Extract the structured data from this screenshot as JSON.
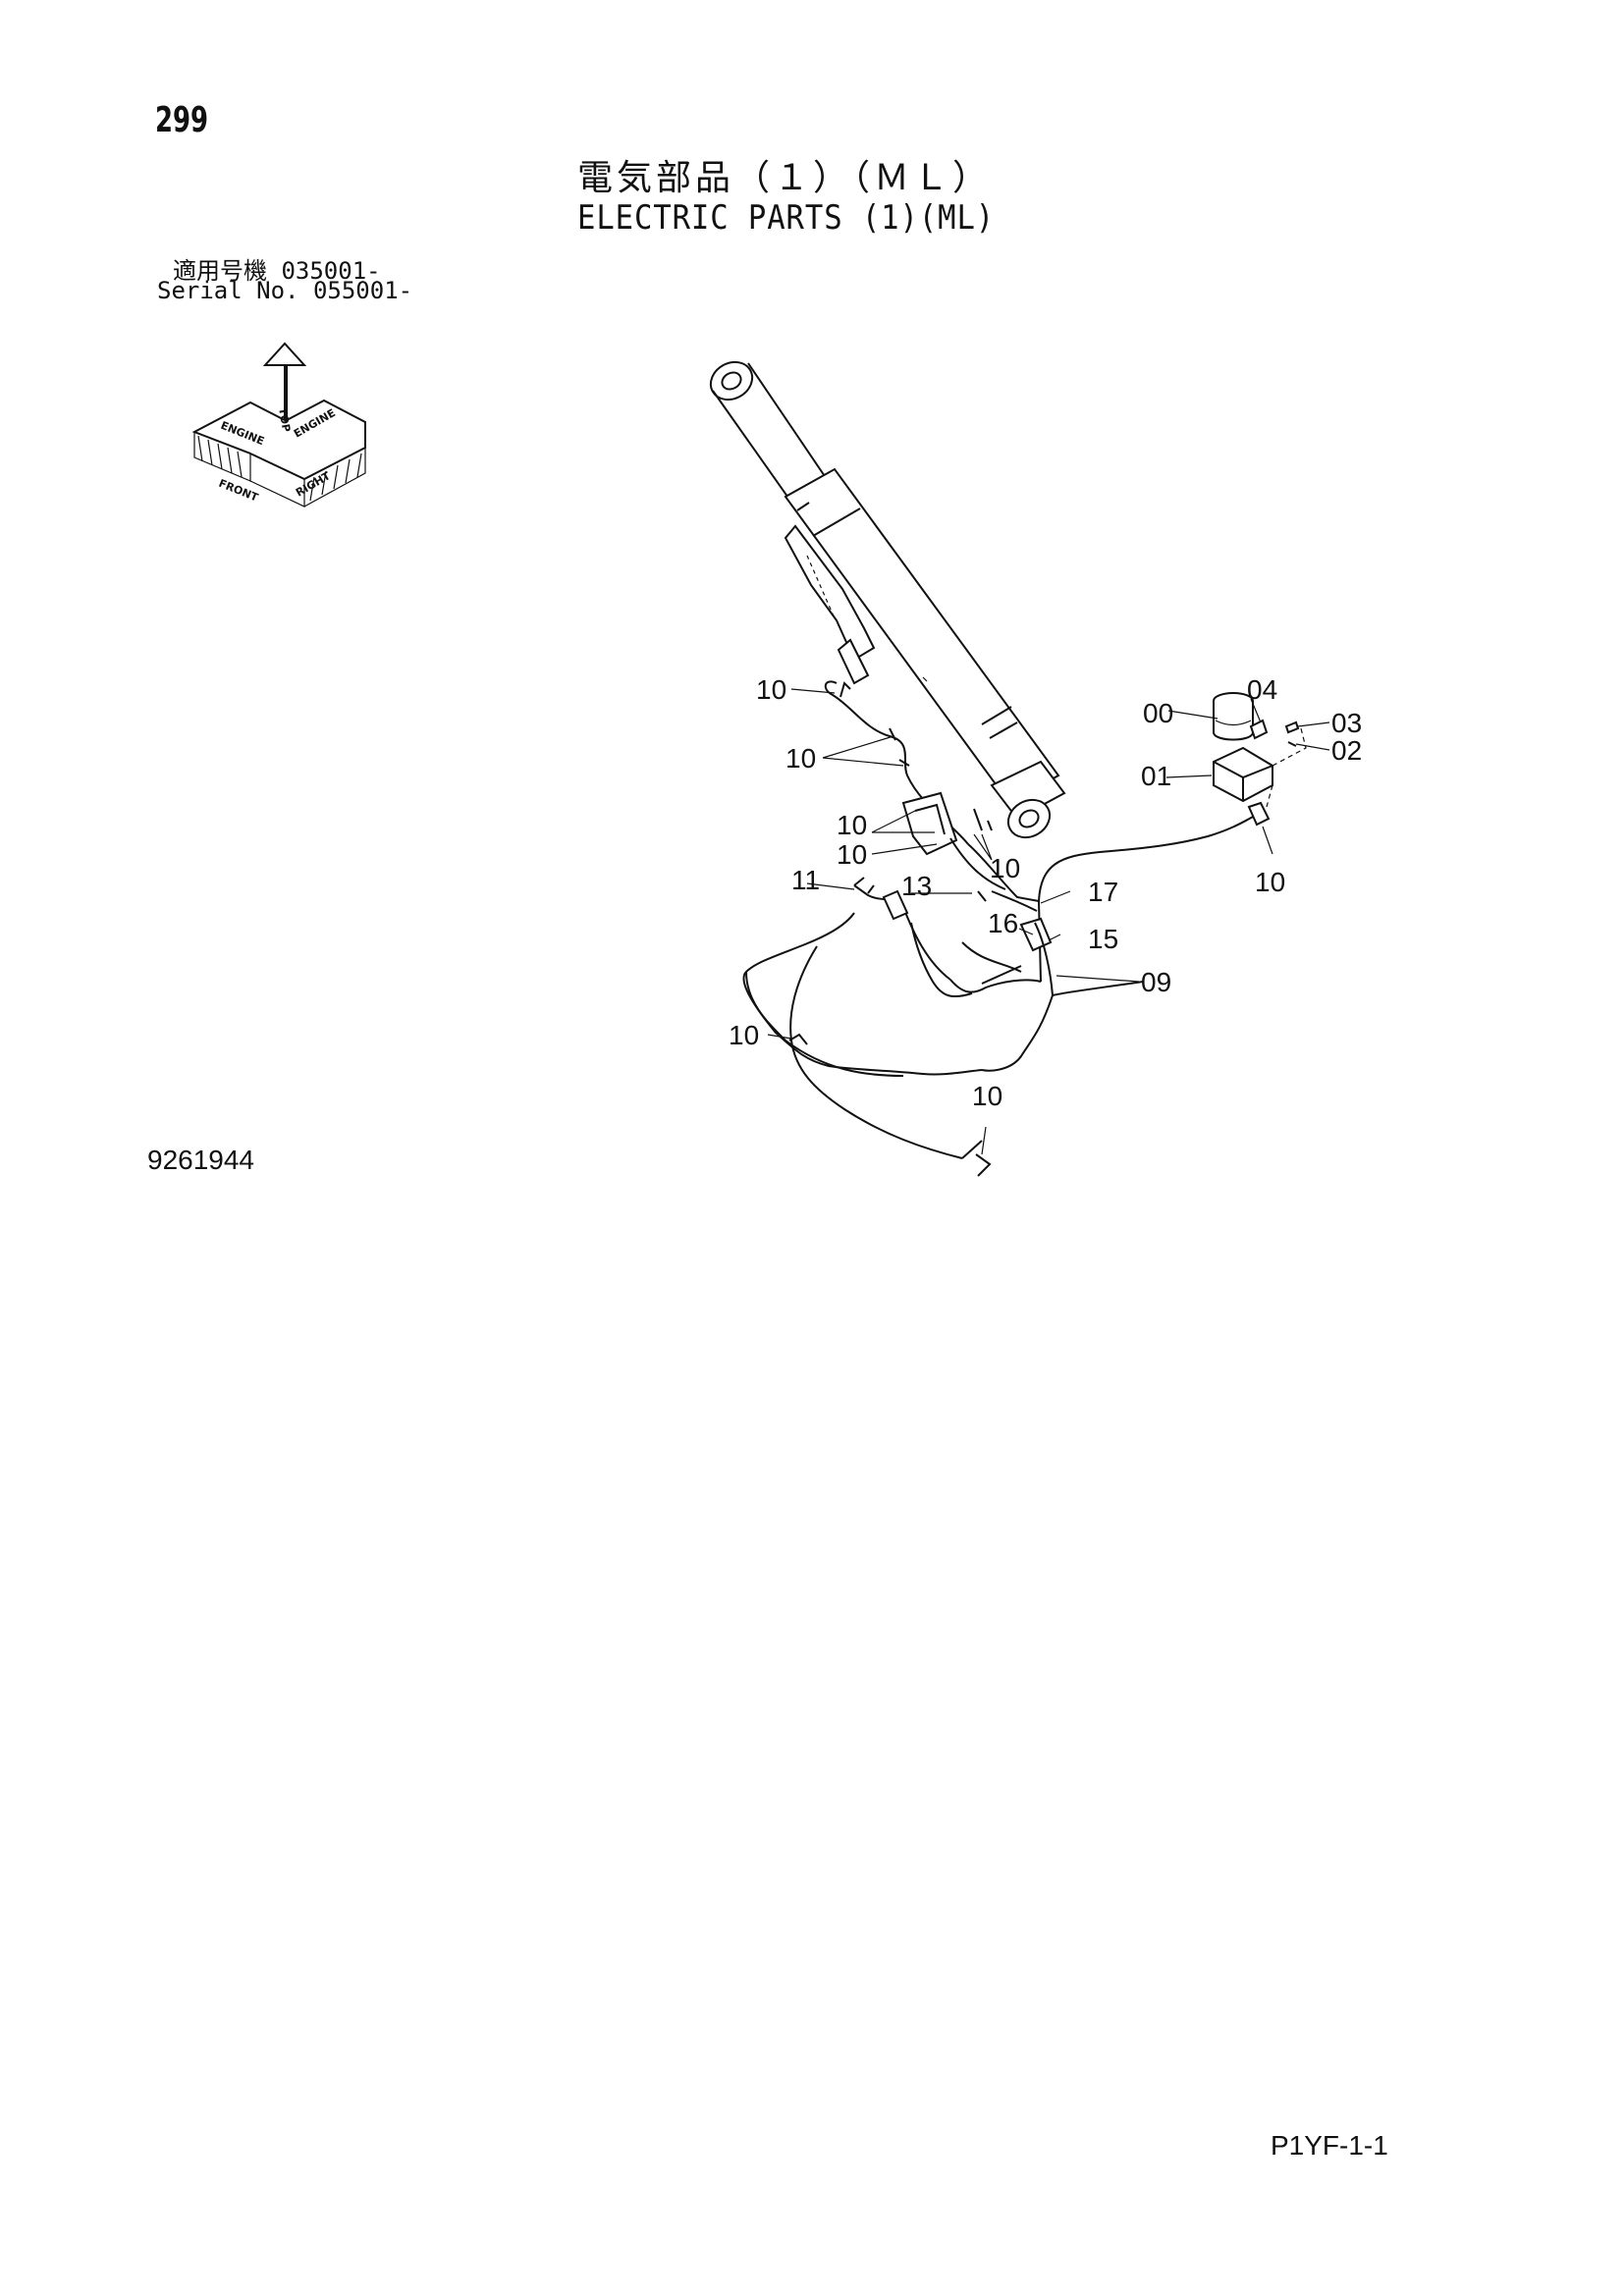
{
  "page_number": "299",
  "title_jp": "電気部品（１）（ＭＬ）",
  "title_en": "ELECTRIC PARTS (1)(ML)",
  "serial_label_jp": "適用号機  035001-",
  "serial_label_en": "Serial No. 055001-",
  "orientation": {
    "front": "FRONT",
    "right": "RIGHT",
    "top": "TOP",
    "engine": "ENGINE",
    "engine_right": "ENGINE"
  },
  "callouts": [
    "00",
    "01",
    "02",
    "03",
    "04",
    "09",
    "10",
    "11",
    "13",
    "15",
    "16",
    "17"
  ],
  "drawing_id": "9261944",
  "sheet_code": "P1YF-1-1"
}
